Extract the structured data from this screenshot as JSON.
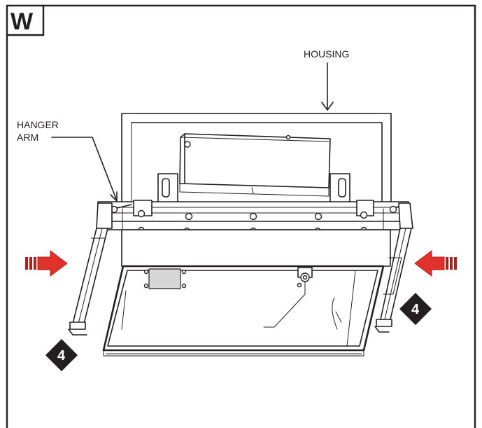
{
  "figure": {
    "tab_letter": "W",
    "labels": {
      "housing": "HOUSING",
      "hanger_arm_line1": "HANGER",
      "hanger_arm_line2": "ARM"
    },
    "steps": {
      "left": "4",
      "right": "4"
    },
    "colors": {
      "arrow": "#e0312b",
      "arrow_dark": "#b0201c",
      "line": "#231f20",
      "badge": "#231f20"
    }
  }
}
